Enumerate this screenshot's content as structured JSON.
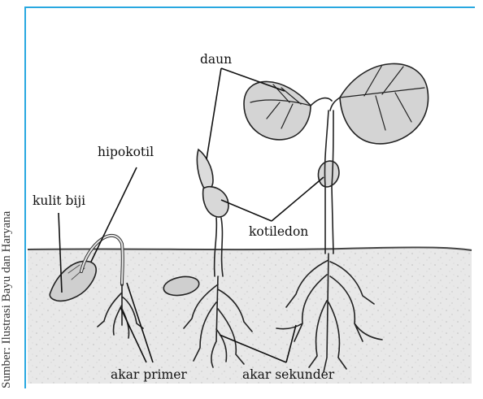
{
  "figure": {
    "credit": "Sumber: Ilustrasi Bayu dan Haryana",
    "labels": {
      "daun": "daun",
      "hipokotil": "hipokotil",
      "kulit_biji": "kulit biji",
      "kotiledon": "kotiledon",
      "akar_primer": "akar primer",
      "akar_sekunder": "akar sekunder"
    }
  },
  "colors": {
    "frame": "#29a8e0",
    "soil": "#e6e6e6",
    "leaf": "#d6d6d6",
    "outline": "#222222"
  }
}
